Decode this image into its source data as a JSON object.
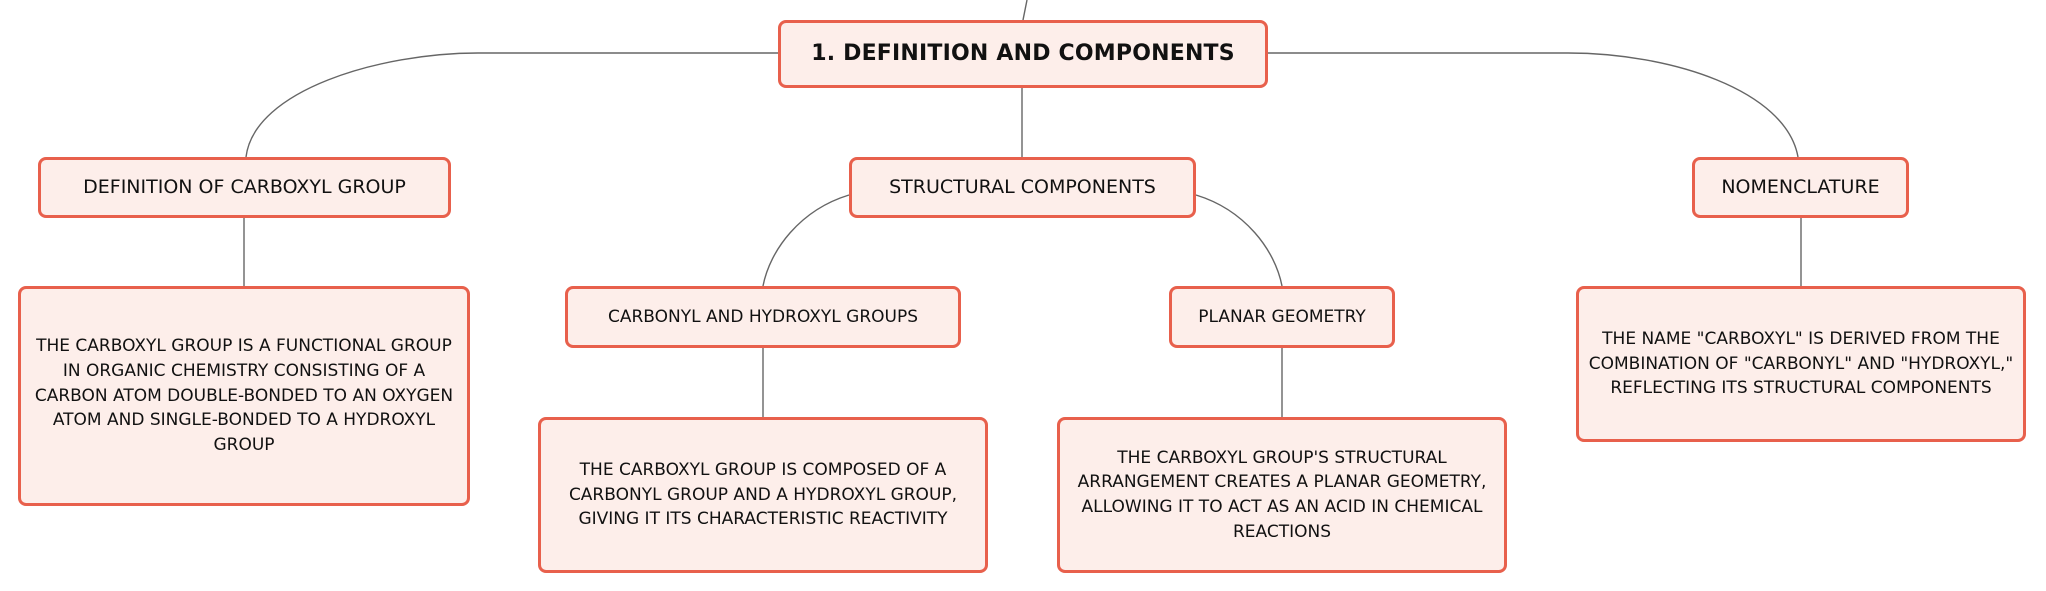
{
  "colors": {
    "accent": "#e8604c",
    "fill": "#fdeeea",
    "line": "#666666"
  },
  "root": {
    "label": "1. DEFINITION AND COMPONENTS"
  },
  "branches": {
    "definition": {
      "label": "DEFINITION OF CARBOXYL GROUP",
      "description": "THE CARBOXYL GROUP IS A FUNCTIONAL GROUP IN ORGANIC CHEMISTRY CONSISTING OF A CARBON ATOM DOUBLE-BONDED TO AN OXYGEN ATOM AND SINGLE-BONDED TO A HYDROXYL GROUP"
    },
    "structural": {
      "label": "STRUCTURAL COMPONENTS",
      "children": {
        "carbonyl": {
          "label": "CARBONYL AND HYDROXYL GROUPS",
          "description": "THE CARBOXYL GROUP IS COMPOSED OF A CARBONYL GROUP AND A HYDROXYL GROUP, GIVING IT ITS CHARACTERISTIC REACTIVITY"
        },
        "planar": {
          "label": "PLANAR GEOMETRY",
          "description": "THE CARBOXYL GROUP'S STRUCTURAL ARRANGEMENT CREATES A PLANAR GEOMETRY, ALLOWING IT TO ACT AS AN ACID IN CHEMICAL REACTIONS"
        }
      }
    },
    "nomenclature": {
      "label": "NOMENCLATURE",
      "description": "THE NAME \"CARBOXYL\" IS DERIVED FROM THE COMBINATION OF \"CARBONYL\" AND \"HYDROXYL,\" REFLECTING ITS STRUCTURAL COMPONENTS"
    }
  }
}
